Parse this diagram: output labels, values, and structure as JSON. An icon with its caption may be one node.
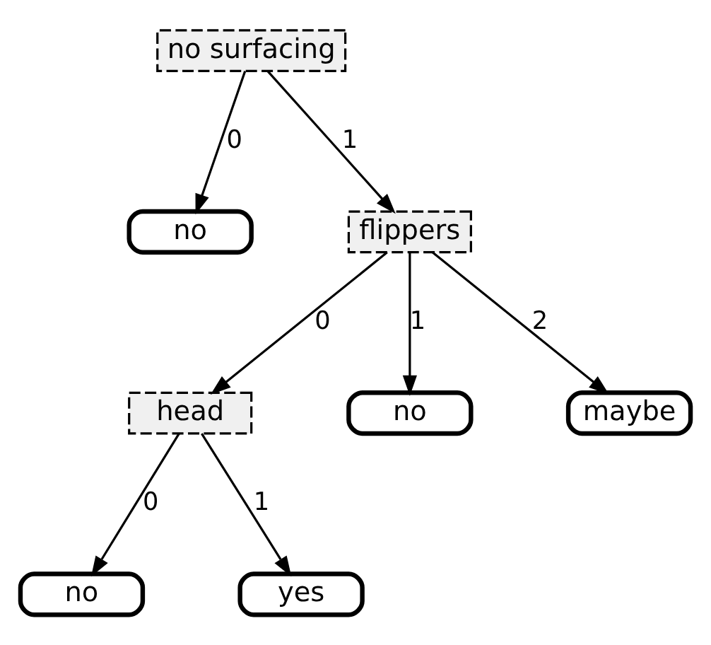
{
  "diagram": {
    "nodes": [
      {
        "text": [
          "no surfacing"
        ]
      },
      {
        "text": [
          "no"
        ]
      },
      {
        "text": [
          "flippers"
        ]
      },
      {
        "text": [
          "head"
        ]
      },
      {
        "text": [
          "no"
        ]
      },
      {
        "text": [
          "maybe"
        ]
      },
      {
        "text": [
          "no"
        ]
      },
      {
        "text": [
          "yes"
        ]
      }
    ],
    "edges": [
      {
        "from": 0,
        "to": 1,
        "arrow": "to",
        "label": "0"
      },
      {
        "from": 0,
        "to": 2,
        "arrow": "to",
        "label": "1"
      },
      {
        "from": 2,
        "to": 3,
        "arrow": "to",
        "label": "0"
      },
      {
        "from": 2,
        "to": 4,
        "arrow": "to",
        "label": "1"
      },
      {
        "from": 2,
        "to": 5,
        "arrow": "to",
        "label": "2"
      },
      {
        "from": 3,
        "to": 6,
        "arrow": "to",
        "label": "0"
      },
      {
        "from": 3,
        "to": 7,
        "arrow": "to",
        "label": "1"
      }
    ]
  }
}
